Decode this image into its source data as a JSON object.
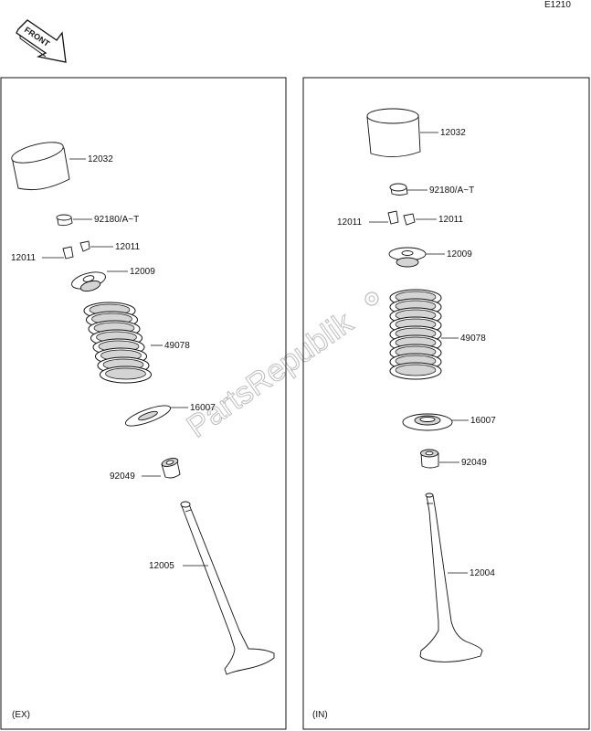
{
  "diagram_code": "E1210",
  "front_label": "FRONT",
  "watermark": "PartsRepublik",
  "panels": {
    "left": {
      "caption": "(EX)",
      "labels": {
        "tappet": "12032",
        "shim": "92180/A~T",
        "keeper_left": "12011",
        "keeper_right": "12011",
        "retainer": "12009",
        "spring": "49078",
        "spring_seat": "16007",
        "seal": "92049",
        "valve": "12005"
      }
    },
    "right": {
      "caption": "(IN)",
      "labels": {
        "tappet": "12032",
        "shim": "92180/A~T",
        "keeper_left": "12011",
        "keeper_right": "12011",
        "retainer": "12009",
        "spring": "49078",
        "spring_seat": "16007",
        "seal": "92049",
        "valve": "12004"
      }
    }
  },
  "colors": {
    "line": "#111111",
    "part_fill": "#ffffff",
    "part_shade": "#d4d4d4",
    "watermark": "#bdbdbd"
  }
}
